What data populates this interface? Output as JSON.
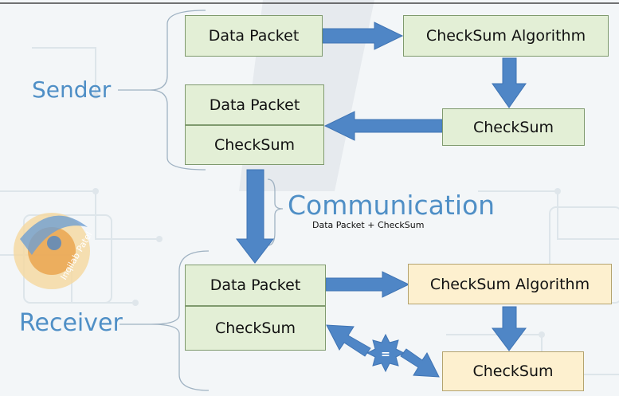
{
  "sender": {
    "label": "Sender",
    "data_packet_1": "Data Packet",
    "algorithm": "CheckSum Algorithm",
    "checksum_result": "CheckSum",
    "data_packet_2": "Data Packet",
    "checksum_attached": "CheckSum"
  },
  "communication": {
    "label": "Communication",
    "sublabel": "Data Packet + CheckSum"
  },
  "receiver": {
    "label": "Receiver",
    "data_packet": "Data Packet",
    "checksum_received": "CheckSum",
    "algorithm": "CheckSum Algorithm",
    "checksum_computed": "CheckSum",
    "compare_symbol": "="
  },
  "watermark": {
    "text": "Inqilab Patel"
  },
  "colors": {
    "arrow": "#4f86c6",
    "label": "#4f8fc6",
    "sender_box": "#e3efd6",
    "receiver_result_box": "#fdf0cf"
  }
}
